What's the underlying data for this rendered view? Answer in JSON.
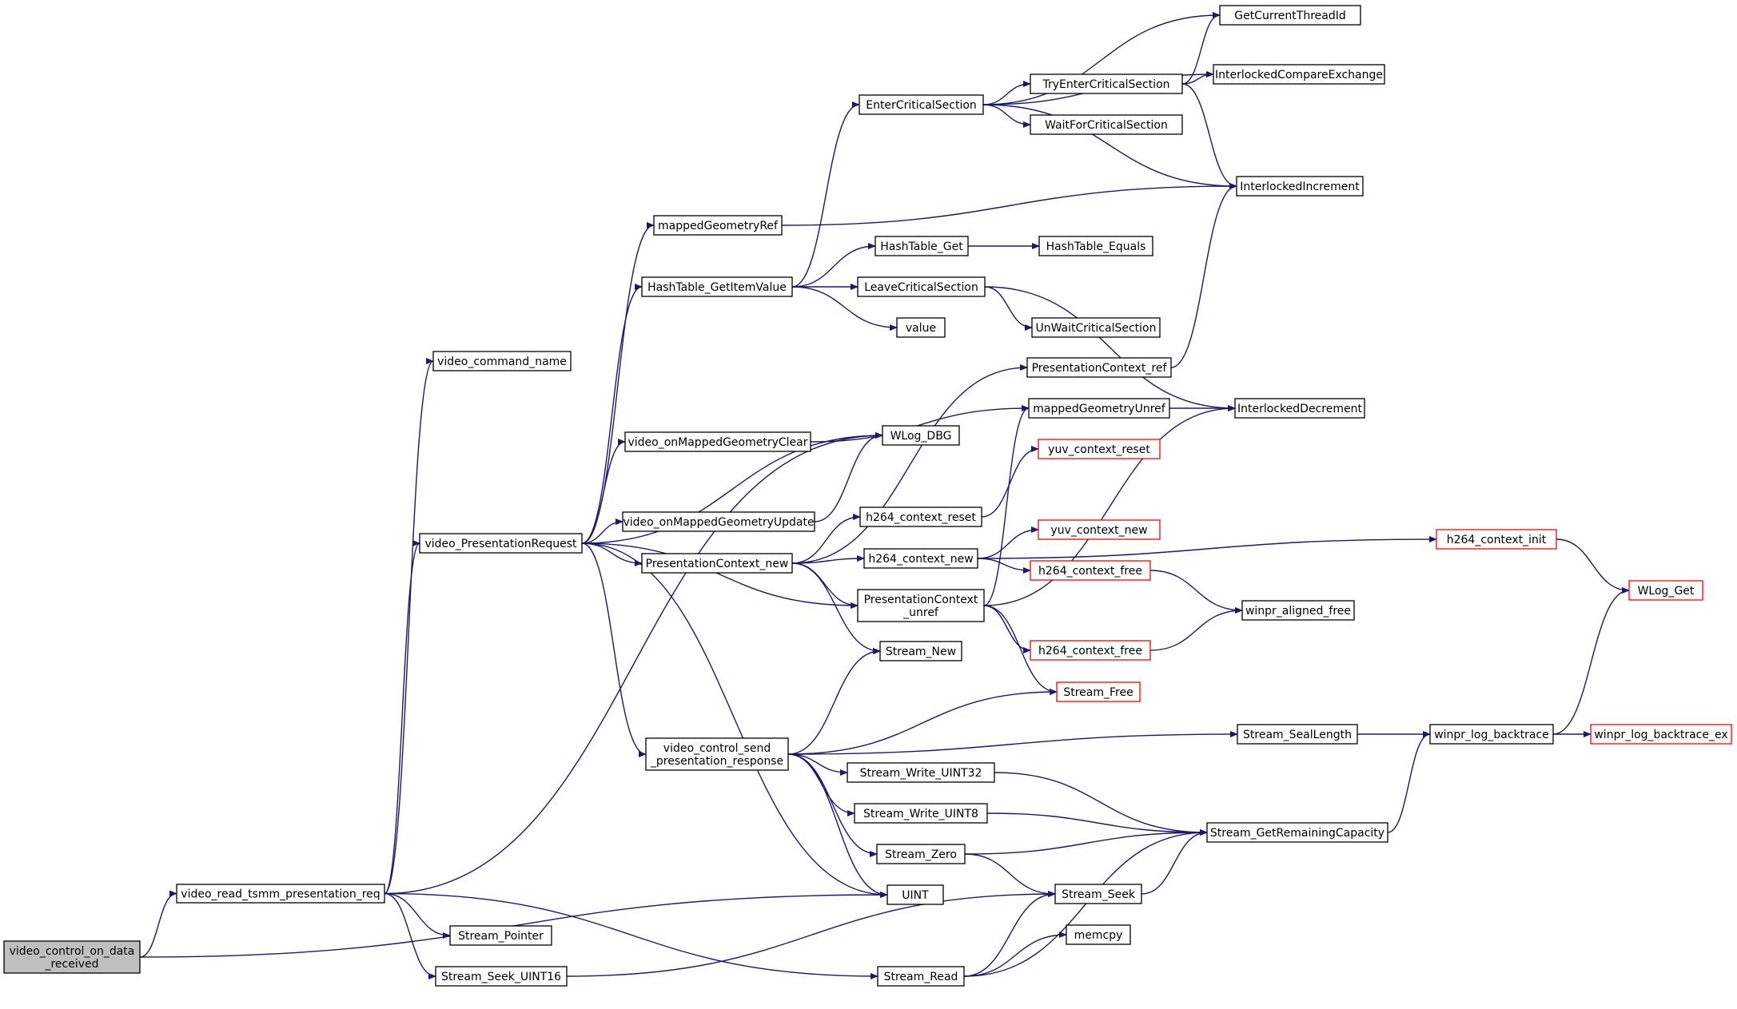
{
  "colors": {
    "edge": "#191970",
    "node_border": "#000000",
    "node_border_partial": "#ff0000",
    "root_fill": "#bfbfbf",
    "node_fill": "#ffffff"
  },
  "nodes": [
    {
      "id": "video_control_on_data_received",
      "lines": [
        "video_control_on_data",
        "_received"
      ],
      "style": "root"
    },
    {
      "id": "video_read_tsmm_presentation_req",
      "lines": [
        "video_read_tsmm_presentation_req"
      ],
      "style": "normal"
    },
    {
      "id": "video_command_name",
      "lines": [
        "video_command_name"
      ],
      "style": "normal"
    },
    {
      "id": "video_PresentationRequest",
      "lines": [
        "video_PresentationRequest"
      ],
      "style": "normal"
    },
    {
      "id": "Stream_Pointer",
      "lines": [
        "Stream_Pointer"
      ],
      "style": "normal"
    },
    {
      "id": "Stream_Seek_UINT16",
      "lines": [
        "Stream_Seek_UINT16"
      ],
      "style": "normal"
    },
    {
      "id": "mappedGeometryRef",
      "lines": [
        "mappedGeometryRef"
      ],
      "style": "normal"
    },
    {
      "id": "HashTable_GetItemValue",
      "lines": [
        "HashTable_GetItemValue"
      ],
      "style": "normal"
    },
    {
      "id": "video_onMappedGeometryClear",
      "lines": [
        "video_onMappedGeometryClear"
      ],
      "style": "normal"
    },
    {
      "id": "video_onMappedGeometryUpdate",
      "lines": [
        "video_onMappedGeometryUpdate"
      ],
      "style": "normal"
    },
    {
      "id": "PresentationContext_new",
      "lines": [
        "PresentationContext_new"
      ],
      "style": "normal"
    },
    {
      "id": "video_control_send_presentation_response",
      "lines": [
        "video_control_send",
        "_presentation_response"
      ],
      "style": "normal"
    },
    {
      "id": "EnterCriticalSection",
      "lines": [
        "EnterCriticalSection"
      ],
      "style": "normal"
    },
    {
      "id": "HashTable_Get",
      "lines": [
        "HashTable_Get"
      ],
      "style": "normal"
    },
    {
      "id": "LeaveCriticalSection",
      "lines": [
        "LeaveCriticalSection"
      ],
      "style": "normal"
    },
    {
      "id": "value",
      "lines": [
        "value"
      ],
      "style": "normal"
    },
    {
      "id": "WLog_DBG",
      "lines": [
        "WLog_DBG"
      ],
      "style": "normal"
    },
    {
      "id": "h264_context_reset",
      "lines": [
        "h264_context_reset"
      ],
      "style": "normal"
    },
    {
      "id": "h264_context_new",
      "lines": [
        "h264_context_new"
      ],
      "style": "normal"
    },
    {
      "id": "PresentationContext_unref",
      "lines": [
        "PresentationContext",
        "_unref"
      ],
      "style": "normal"
    },
    {
      "id": "Stream_New",
      "lines": [
        "Stream_New"
      ],
      "style": "normal"
    },
    {
      "id": "Stream_Write_UINT32",
      "lines": [
        "Stream_Write_UINT32"
      ],
      "style": "normal"
    },
    {
      "id": "Stream_Write_UINT8",
      "lines": [
        "Stream_Write_UINT8"
      ],
      "style": "normal"
    },
    {
      "id": "Stream_Zero",
      "lines": [
        "Stream_Zero"
      ],
      "style": "normal"
    },
    {
      "id": "UINT",
      "lines": [
        "UINT"
      ],
      "style": "normal"
    },
    {
      "id": "Stream_Read",
      "lines": [
        "Stream_Read"
      ],
      "style": "normal"
    },
    {
      "id": "TryEnterCriticalSection",
      "lines": [
        "TryEnterCriticalSection"
      ],
      "style": "normal"
    },
    {
      "id": "WaitForCriticalSection",
      "lines": [
        "WaitForCriticalSection"
      ],
      "style": "normal"
    },
    {
      "id": "HashTable_Equals",
      "lines": [
        "HashTable_Equals"
      ],
      "style": "normal"
    },
    {
      "id": "UnWaitCriticalSection",
      "lines": [
        "UnWaitCriticalSection"
      ],
      "style": "normal"
    },
    {
      "id": "PresentationContext_ref",
      "lines": [
        "PresentationContext_ref"
      ],
      "style": "normal"
    },
    {
      "id": "mappedGeometryUnref",
      "lines": [
        "mappedGeometryUnref"
      ],
      "style": "normal"
    },
    {
      "id": "yuv_context_reset",
      "lines": [
        "yuv_context_reset"
      ],
      "style": "partial"
    },
    {
      "id": "yuv_context_new",
      "lines": [
        "yuv_context_new"
      ],
      "style": "partial"
    },
    {
      "id": "h264_context_free_a",
      "lines": [
        "h264_context_free"
      ],
      "style": "partial"
    },
    {
      "id": "h264_context_free_b",
      "lines": [
        "h264_context_free"
      ],
      "style": "partial"
    },
    {
      "id": "Stream_Free",
      "lines": [
        "Stream_Free"
      ],
      "style": "partial"
    },
    {
      "id": "Stream_Seek",
      "lines": [
        "Stream_Seek"
      ],
      "style": "normal"
    },
    {
      "id": "memcpy",
      "lines": [
        "memcpy"
      ],
      "style": "normal"
    },
    {
      "id": "GetCurrentThreadId",
      "lines": [
        "GetCurrentThreadId"
      ],
      "style": "normal"
    },
    {
      "id": "InterlockedCompareExchange",
      "lines": [
        "InterlockedCompareExchange"
      ],
      "style": "normal"
    },
    {
      "id": "InterlockedIncrement",
      "lines": [
        "InterlockedIncrement"
      ],
      "style": "normal"
    },
    {
      "id": "InterlockedDecrement",
      "lines": [
        "InterlockedDecrement"
      ],
      "style": "normal"
    },
    {
      "id": "Stream_SealLength",
      "lines": [
        "Stream_SealLength"
      ],
      "style": "normal"
    },
    {
      "id": "Stream_GetRemainingCapacity",
      "lines": [
        "Stream_GetRemainingCapacity"
      ],
      "style": "normal"
    },
    {
      "id": "winpr_aligned_free",
      "lines": [
        "winpr_aligned_free"
      ],
      "style": "normal"
    },
    {
      "id": "h264_context_init",
      "lines": [
        "h264_context_init"
      ],
      "style": "partial"
    },
    {
      "id": "winpr_log_backtrace",
      "lines": [
        "winpr_log_backtrace"
      ],
      "style": "normal"
    },
    {
      "id": "WLog_Get",
      "lines": [
        "WLog_Get"
      ],
      "style": "partial"
    },
    {
      "id": "winpr_log_backtrace_ex",
      "lines": [
        "winpr_log_backtrace_ex"
      ],
      "style": "partial"
    }
  ],
  "edges": [
    [
      "video_control_on_data_received",
      "video_read_tsmm_presentation_req"
    ],
    [
      "video_control_on_data_received",
      "UINT"
    ],
    [
      "video_read_tsmm_presentation_req",
      "video_command_name"
    ],
    [
      "video_read_tsmm_presentation_req",
      "video_PresentationRequest"
    ],
    [
      "video_read_tsmm_presentation_req",
      "WLog_DBG"
    ],
    [
      "video_read_tsmm_presentation_req",
      "Stream_Pointer"
    ],
    [
      "video_read_tsmm_presentation_req",
      "Stream_Seek_UINT16"
    ],
    [
      "video_read_tsmm_presentation_req",
      "Stream_Read"
    ],
    [
      "video_PresentationRequest",
      "mappedGeometryRef"
    ],
    [
      "video_PresentationRequest",
      "HashTable_GetItemValue"
    ],
    [
      "video_PresentationRequest",
      "video_onMappedGeometryClear"
    ],
    [
      "video_PresentationRequest",
      "WLog_DBG"
    ],
    [
      "video_PresentationRequest",
      "video_onMappedGeometryUpdate"
    ],
    [
      "video_PresentationRequest",
      "PresentationContext_new"
    ],
    [
      "video_PresentationRequest",
      "PresentationContext_unref"
    ],
    [
      "video_PresentationRequest",
      "video_control_send_presentation_response"
    ],
    [
      "video_PresentationRequest",
      "UINT"
    ],
    [
      "mappedGeometryRef",
      "InterlockedIncrement"
    ],
    [
      "HashTable_GetItemValue",
      "EnterCriticalSection"
    ],
    [
      "HashTable_GetItemValue",
      "HashTable_Get"
    ],
    [
      "HashTable_GetItemValue",
      "LeaveCriticalSection"
    ],
    [
      "HashTable_GetItemValue",
      "value"
    ],
    [
      "video_onMappedGeometryClear",
      "mappedGeometryUnref"
    ],
    [
      "video_onMappedGeometryUpdate",
      "WLog_DBG"
    ],
    [
      "PresentationContext_new",
      "PresentationContext_ref"
    ],
    [
      "PresentationContext_new",
      "h264_context_reset"
    ],
    [
      "PresentationContext_new",
      "h264_context_new"
    ],
    [
      "PresentationContext_new",
      "PresentationContext_unref"
    ],
    [
      "PresentationContext_new",
      "Stream_New"
    ],
    [
      "video_control_send_presentation_response",
      "Stream_New"
    ],
    [
      "video_control_send_presentation_response",
      "Stream_Free"
    ],
    [
      "video_control_send_presentation_response",
      "Stream_SealLength"
    ],
    [
      "video_control_send_presentation_response",
      "Stream_Write_UINT32"
    ],
    [
      "video_control_send_presentation_response",
      "Stream_Write_UINT8"
    ],
    [
      "video_control_send_presentation_response",
      "Stream_Zero"
    ],
    [
      "video_control_send_presentation_response",
      "UINT"
    ],
    [
      "EnterCriticalSection",
      "GetCurrentThreadId"
    ],
    [
      "EnterCriticalSection",
      "InterlockedCompareExchange"
    ],
    [
      "EnterCriticalSection",
      "TryEnterCriticalSection"
    ],
    [
      "EnterCriticalSection",
      "WaitForCriticalSection"
    ],
    [
      "EnterCriticalSection",
      "InterlockedIncrement"
    ],
    [
      "TryEnterCriticalSection",
      "GetCurrentThreadId"
    ],
    [
      "TryEnterCriticalSection",
      "InterlockedCompareExchange"
    ],
    [
      "TryEnterCriticalSection",
      "InterlockedIncrement"
    ],
    [
      "HashTable_Get",
      "HashTable_Equals"
    ],
    [
      "LeaveCriticalSection",
      "UnWaitCriticalSection"
    ],
    [
      "LeaveCriticalSection",
      "InterlockedDecrement"
    ],
    [
      "PresentationContext_ref",
      "InterlockedIncrement"
    ],
    [
      "mappedGeometryUnref",
      "InterlockedDecrement"
    ],
    [
      "h264_context_reset",
      "yuv_context_reset"
    ],
    [
      "h264_context_new",
      "yuv_context_new"
    ],
    [
      "h264_context_new",
      "h264_context_free_a"
    ],
    [
      "h264_context_new",
      "h264_context_init"
    ],
    [
      "PresentationContext_unref",
      "mappedGeometryUnref"
    ],
    [
      "PresentationContext_unref",
      "InterlockedDecrement"
    ],
    [
      "PresentationContext_unref",
      "h264_context_free_b"
    ],
    [
      "PresentationContext_unref",
      "Stream_Free"
    ],
    [
      "h264_context_free_a",
      "winpr_aligned_free"
    ],
    [
      "h264_context_free_b",
      "winpr_aligned_free"
    ],
    [
      "h264_context_init",
      "WLog_Get"
    ],
    [
      "Stream_SealLength",
      "winpr_log_backtrace"
    ],
    [
      "Stream_Write_UINT32",
      "Stream_GetRemainingCapacity"
    ],
    [
      "Stream_Write_UINT8",
      "Stream_GetRemainingCapacity"
    ],
    [
      "Stream_Zero",
      "Stream_GetRemainingCapacity"
    ],
    [
      "Stream_Zero",
      "Stream_Seek"
    ],
    [
      "Stream_Seek_UINT16",
      "Stream_Seek"
    ],
    [
      "Stream_Seek",
      "Stream_GetRemainingCapacity"
    ],
    [
      "Stream_Read",
      "Stream_Seek"
    ],
    [
      "Stream_Read",
      "memcpy"
    ],
    [
      "Stream_Read",
      "Stream_GetRemainingCapacity"
    ],
    [
      "Stream_GetRemainingCapacity",
      "winpr_log_backtrace"
    ],
    [
      "winpr_log_backtrace",
      "WLog_Get"
    ],
    [
      "winpr_log_backtrace",
      "winpr_log_backtrace_ex"
    ]
  ]
}
